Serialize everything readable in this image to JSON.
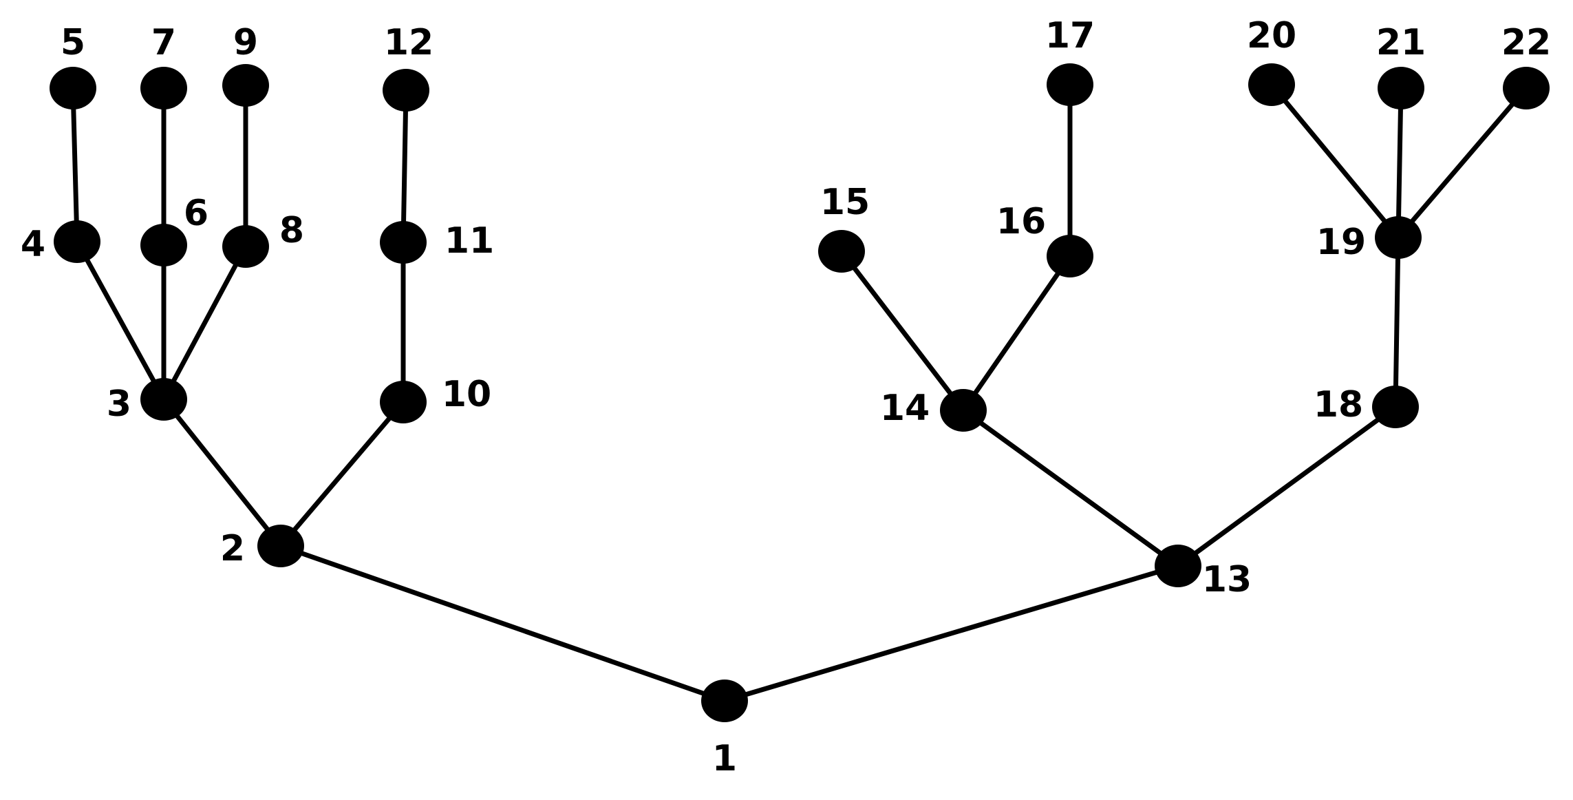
{
  "nodes": [
    {
      "id": "1",
      "label": "1"
    },
    {
      "id": "2",
      "label": "2"
    },
    {
      "id": "3",
      "label": "3"
    },
    {
      "id": "4",
      "label": "4"
    },
    {
      "id": "5",
      "label": "5"
    },
    {
      "id": "6",
      "label": "6"
    },
    {
      "id": "7",
      "label": "7"
    },
    {
      "id": "8",
      "label": "8"
    },
    {
      "id": "9",
      "label": "9"
    },
    {
      "id": "10",
      "label": "10"
    },
    {
      "id": "11",
      "label": "11"
    },
    {
      "id": "12",
      "label": "12"
    },
    {
      "id": "13",
      "label": "13"
    },
    {
      "id": "14",
      "label": "14"
    },
    {
      "id": "15",
      "label": "15"
    },
    {
      "id": "16",
      "label": "16"
    },
    {
      "id": "17",
      "label": "17"
    },
    {
      "id": "18",
      "label": "18"
    },
    {
      "id": "19",
      "label": "19"
    },
    {
      "id": "20",
      "label": "20"
    },
    {
      "id": "21",
      "label": "21"
    },
    {
      "id": "22",
      "label": "22"
    }
  ],
  "edges": [
    [
      "1",
      "2"
    ],
    [
      "1",
      "13"
    ],
    [
      "2",
      "3"
    ],
    [
      "2",
      "10"
    ],
    [
      "3",
      "4"
    ],
    [
      "3",
      "6"
    ],
    [
      "3",
      "8"
    ],
    [
      "4",
      "5"
    ],
    [
      "6",
      "7"
    ],
    [
      "8",
      "9"
    ],
    [
      "10",
      "11"
    ],
    [
      "11",
      "12"
    ],
    [
      "13",
      "14"
    ],
    [
      "13",
      "18"
    ],
    [
      "14",
      "15"
    ],
    [
      "14",
      "16"
    ],
    [
      "16",
      "17"
    ],
    [
      "18",
      "19"
    ],
    [
      "19",
      "20"
    ],
    [
      "19",
      "21"
    ],
    [
      "19",
      "22"
    ]
  ],
  "colors": {
    "node": "#000000",
    "edge": "#000000",
    "background": "#ffffff"
  }
}
